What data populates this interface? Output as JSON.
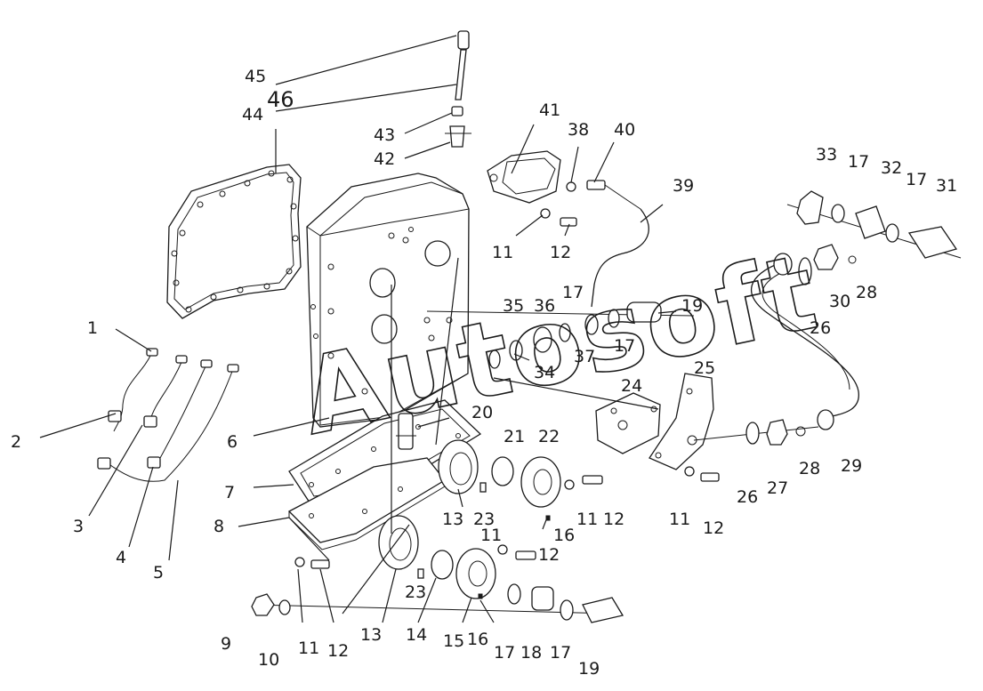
{
  "watermark": "Autosoft",
  "callouts": [
    {
      "id": "1",
      "label": "1"
    },
    {
      "id": "2",
      "label": "2"
    },
    {
      "id": "3",
      "label": "3"
    },
    {
      "id": "4",
      "label": "4"
    },
    {
      "id": "5",
      "label": "5"
    },
    {
      "id": "6",
      "label": "6"
    },
    {
      "id": "7",
      "label": "7"
    },
    {
      "id": "8",
      "label": "8"
    },
    {
      "id": "9",
      "label": "9"
    },
    {
      "id": "10",
      "label": "10"
    },
    {
      "id": "11a",
      "label": "11"
    },
    {
      "id": "12a",
      "label": "12"
    },
    {
      "id": "13a",
      "label": "13"
    },
    {
      "id": "14",
      "label": "14"
    },
    {
      "id": "15",
      "label": "15"
    },
    {
      "id": "16a",
      "label": "16"
    },
    {
      "id": "17a",
      "label": "17"
    },
    {
      "id": "18",
      "label": "18"
    },
    {
      "id": "17b",
      "label": "17"
    },
    {
      "id": "19a",
      "label": "19"
    },
    {
      "id": "23a",
      "label": "23"
    },
    {
      "id": "11b",
      "label": "11"
    },
    {
      "id": "12b",
      "label": "12"
    },
    {
      "id": "13b",
      "label": "13"
    },
    {
      "id": "23b",
      "label": "23"
    },
    {
      "id": "11c",
      "label": "11"
    },
    {
      "id": "12c",
      "label": "12"
    },
    {
      "id": "16b",
      "label": "16"
    },
    {
      "id": "20",
      "label": "20"
    },
    {
      "id": "21",
      "label": "21"
    },
    {
      "id": "22",
      "label": "22"
    },
    {
      "id": "24",
      "label": "24"
    },
    {
      "id": "25",
      "label": "25"
    },
    {
      "id": "11d",
      "label": "11"
    },
    {
      "id": "12d",
      "label": "12"
    },
    {
      "id": "26a",
      "label": "26"
    },
    {
      "id": "27",
      "label": "27"
    },
    {
      "id": "28a",
      "label": "28"
    },
    {
      "id": "29",
      "label": "29"
    },
    {
      "id": "26b",
      "label": "26"
    },
    {
      "id": "30",
      "label": "30"
    },
    {
      "id": "28b",
      "label": "28"
    },
    {
      "id": "33",
      "label": "33"
    },
    {
      "id": "17c",
      "label": "17"
    },
    {
      "id": "32",
      "label": "32"
    },
    {
      "id": "17d",
      "label": "17"
    },
    {
      "id": "31",
      "label": "31"
    },
    {
      "id": "35",
      "label": "35"
    },
    {
      "id": "36",
      "label": "36"
    },
    {
      "id": "17e",
      "label": "17"
    },
    {
      "id": "19b",
      "label": "19"
    },
    {
      "id": "37",
      "label": "37"
    },
    {
      "id": "17f",
      "label": "17"
    },
    {
      "id": "34",
      "label": "34"
    },
    {
      "id": "41",
      "label": "41"
    },
    {
      "id": "38",
      "label": "38"
    },
    {
      "id": "40",
      "label": "40"
    },
    {
      "id": "39",
      "label": "39"
    },
    {
      "id": "11e",
      "label": "11"
    },
    {
      "id": "12e",
      "label": "12"
    },
    {
      "id": "42",
      "label": "42"
    },
    {
      "id": "43",
      "label": "43"
    },
    {
      "id": "44",
      "label": "44"
    },
    {
      "id": "45",
      "label": "45"
    },
    {
      "id": "46",
      "label": "46"
    }
  ]
}
